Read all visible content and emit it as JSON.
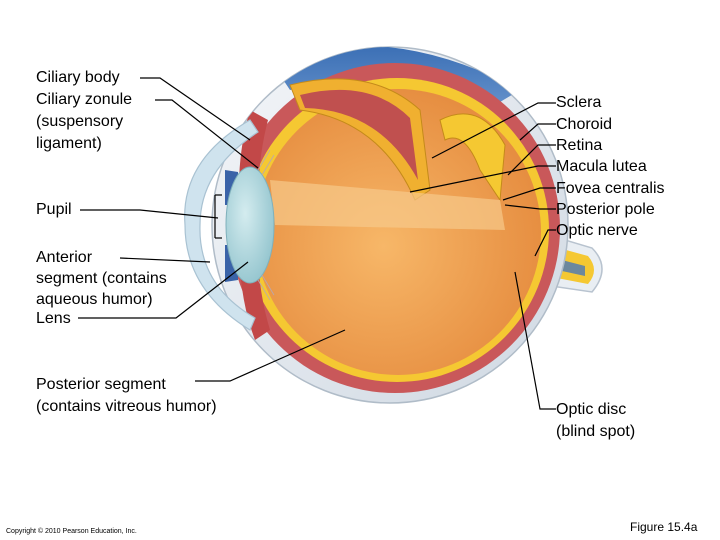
{
  "labels_left": {
    "ciliary_body": "Ciliary body",
    "ciliary_zonule": "Ciliary zonule",
    "ciliary_zonule_2": "(suspensory",
    "ciliary_zonule_3": "ligament)",
    "pupil": "Pupil",
    "anterior_1": "Anterior",
    "anterior_2": "segment (contains",
    "anterior_3": "aqueous humor)",
    "lens": "Lens",
    "posterior_1": "Posterior segment",
    "posterior_2": "(contains vitreous humor)"
  },
  "labels_right": {
    "sclera": "Sclera",
    "choroid": "Choroid",
    "retina": "Retina",
    "macula_lutea": "Macula lutea",
    "fovea_centralis": "Fovea centralis",
    "posterior_pole": "Posterior pole",
    "optic_nerve": "Optic nerve",
    "optic_disc_1": "Optic disc",
    "optic_disc_2": "(blind spot)"
  },
  "footer": {
    "copyright": "Copyright © 2010 Pearson Education, Inc.",
    "figure": "Figure 15.4a"
  },
  "colors": {
    "sclera": "#e9eef3",
    "choroid": "#c9585a",
    "retina": "#f5c832",
    "vitreous": "#f2a85a",
    "cornea": "#cfe3ee",
    "lens": "#a9d3db",
    "iris": "#3a63a8"
  }
}
